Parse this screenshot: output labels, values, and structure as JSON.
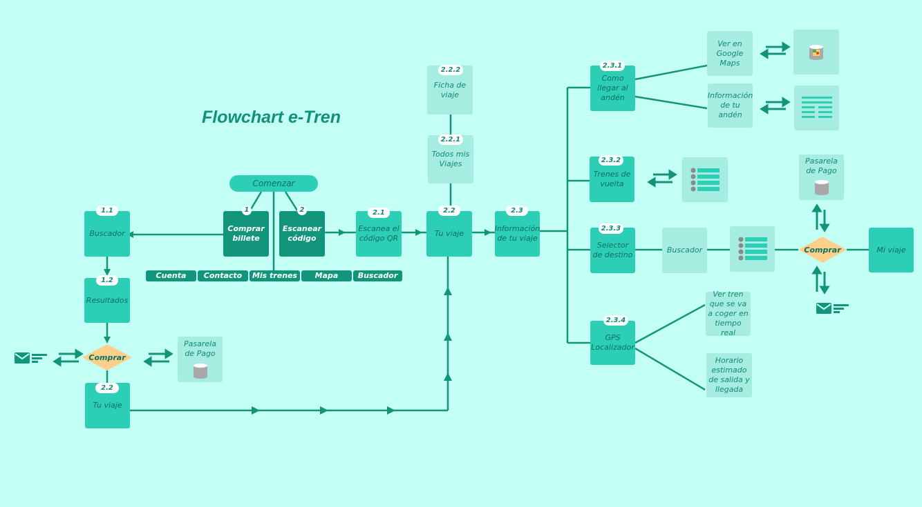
{
  "title": "Flowchart e-Tren",
  "start": "Comenzar",
  "steps": {
    "s1": "1",
    "s2": "2",
    "comprar_billete": "Comprar billete",
    "escanear_codigo": "Escanear código"
  },
  "menu": [
    "Cuenta",
    "Contacto",
    "Mis trenes",
    "Mapa",
    "Buscador"
  ],
  "left_flow": {
    "buscador_tag": "1.1",
    "buscador": "Buscador",
    "resultados_tag": "1.2",
    "resultados": "Resultados",
    "comprar": "Comprar",
    "pasarela": "Pasarela de Pago",
    "tu_viaje_tag": "2.2",
    "tu_viaje": "Tu viaje"
  },
  "middle_flow": {
    "escanea_tag": "2.1",
    "escanea": "Escanea el código QR",
    "tu_viaje_tag": "2.2",
    "tu_viaje": "Tu viaje",
    "todos_tag": "2.2.1",
    "todos": "Todos mis Viajes",
    "ficha_tag": "2.2.2",
    "ficha": "Ficha de viaje",
    "info_tag": "2.3",
    "info": "Información de tu viaje"
  },
  "right_flow": {
    "como_tag": "2.3.1",
    "como": "Como llegar al andén",
    "google": "Ver en Google Maps",
    "info_anden": "Información de tu andén",
    "trenes_tag": "2.3.2",
    "trenes": "Trenes de vuelta",
    "selector_tag": "2.3.3",
    "selector": "Selector de destino",
    "buscador": "Buscador",
    "comprar": "Comprar",
    "pasarela": "Pasarela de Pago",
    "mi_viaje": "Mi viaje",
    "gps_tag": "2.3.4",
    "gps": "GPS Localizador",
    "ver_tren": "Ver tren que se va a coger en tiempo real",
    "horario": "Horario estimado de salida y llegada"
  },
  "colors": {
    "background": "#c4fff5",
    "node": "#2ccfb6",
    "node_dark": "#13957c",
    "node_light": "#a6ece0",
    "line": "#139478",
    "decision": "#fcd08a"
  },
  "icons": [
    "mail-icon",
    "database-icon",
    "maps-icon",
    "list-icon",
    "exchange-arrows-icon"
  ]
}
